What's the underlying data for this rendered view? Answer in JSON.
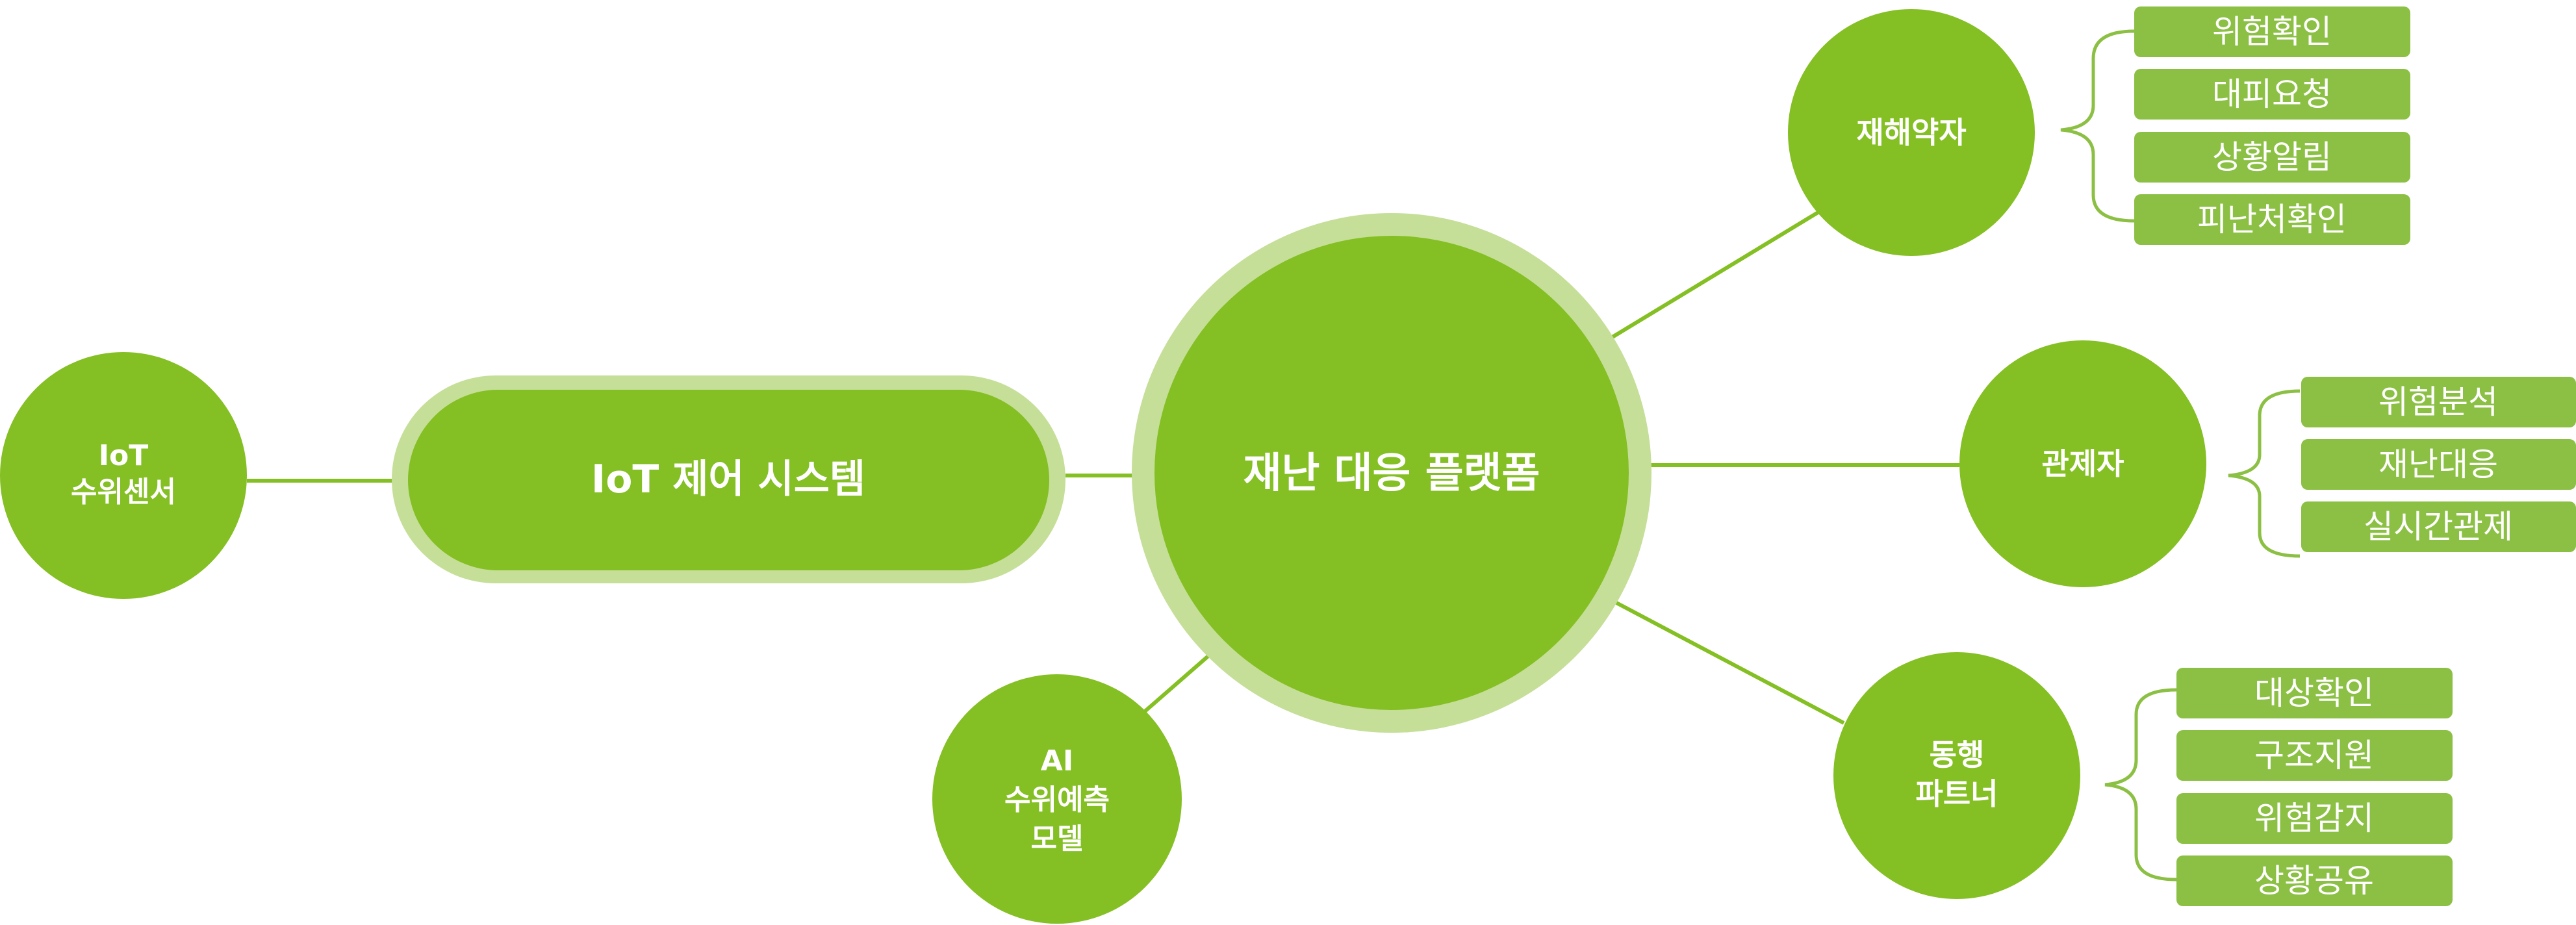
{
  "center": {
    "label": "재난 대응 플랫폼"
  },
  "iot_system": {
    "label": "IoT 제어 시스템"
  },
  "sensor": {
    "line1": "IoT",
    "line2": "수위센서"
  },
  "ai_model": {
    "line1": "AI",
    "line2": "수위예측",
    "line3": "모델"
  },
  "vulnerable": {
    "label": "재해약자",
    "items": [
      "위험확인",
      "대피요청",
      "상황알림",
      "피난처확인"
    ]
  },
  "controller": {
    "label": "관제자",
    "items": [
      "위험분석",
      "재난대응",
      "실시간관제"
    ]
  },
  "partner": {
    "line1": "동행",
    "line2": "파트너",
    "items": [
      "대상확인",
      "구조지원",
      "위험감지",
      "상황공유"
    ]
  },
  "colors": {
    "node": "#84bf23",
    "node_ring": "#c5df98",
    "tag": "#8cc044",
    "line": "#84bf23"
  }
}
